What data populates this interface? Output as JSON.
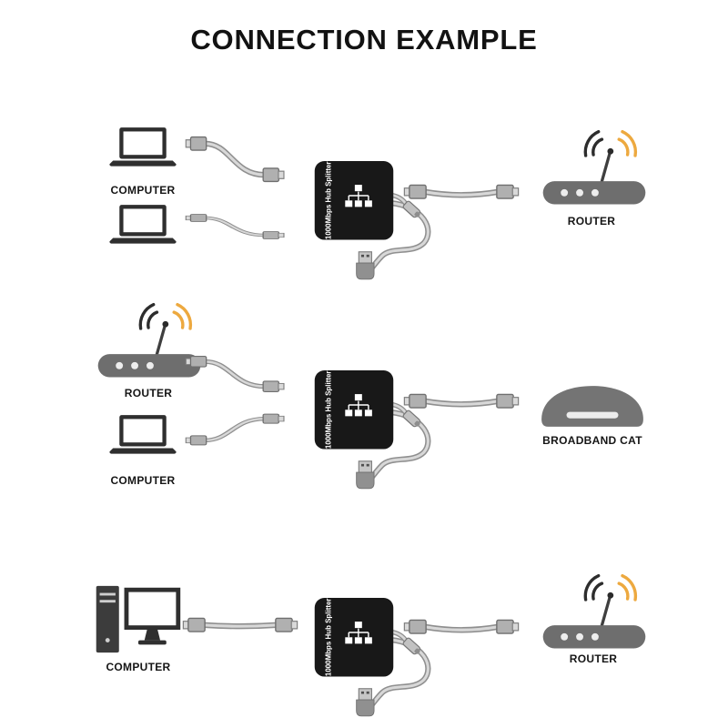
{
  "title": "CONNECTION EXAMPLE",
  "splitter": {
    "label": "1000Mbps Hub Splitter"
  },
  "row1": {
    "computer_label": "COMPUTER",
    "router_label": "ROUTER"
  },
  "row2": {
    "router_label": "ROUTER",
    "computer_label": "COMPUTER",
    "broadband_label": "BROADBAND CAT"
  },
  "row3": {
    "computer_label": "COMPUTER",
    "router_label": "ROUTER"
  },
  "colors": {
    "wifi_accent": "#EDA93F",
    "wifi_dark": "#2D2D2D",
    "splitter_body": "#181818",
    "device_gray": "#6E6E6E"
  }
}
